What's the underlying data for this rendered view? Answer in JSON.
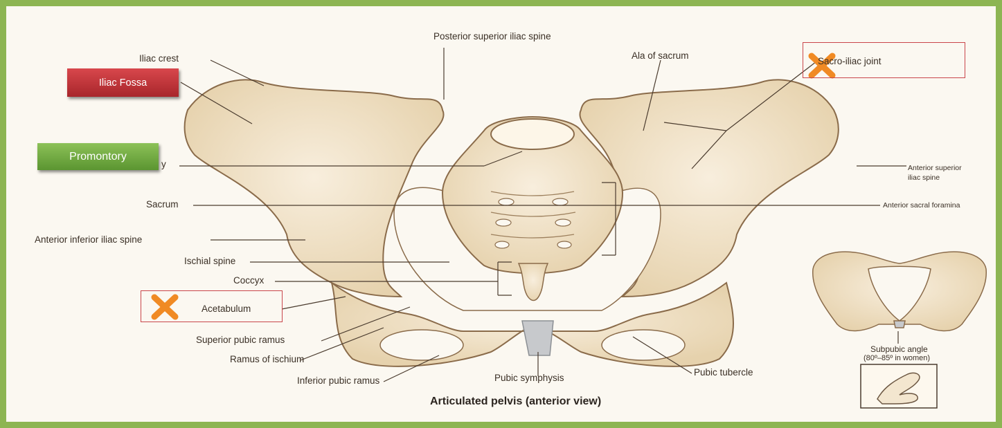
{
  "diagram": {
    "title": "Articulated pelvis (anterior view)",
    "labels": {
      "posterior_superior_iliac_spine": "Posterior superior iliac spine",
      "iliac_crest": "Iliac crest",
      "ala_of_sacrum": "Ala of sacrum",
      "sacro_iliac_joint": "Sacro-iliac joint",
      "promontory_fragment": "y",
      "anterior_superior_iliac_spine_line1": "Anterior superior",
      "anterior_superior_iliac_spine_line2": "iliac spine",
      "sacrum": "Sacrum",
      "anterior_sacral_foramina": "Anterior sacral foramina",
      "anterior_inferior_iliac_spine": "Anterior inferior iliac spine",
      "ischial_spine": "Ischial spine",
      "coccyx": "Coccyx",
      "acetabulum": "Acetabulum",
      "superior_pubic_ramus": "Superior pubic ramus",
      "ramus_of_ischium": "Ramus of ischium",
      "inferior_pubic_ramus": "Inferior pubic ramus",
      "pubic_symphysis": "Pubic symphysis",
      "pubic_tubercle": "Pubic tubercle",
      "subpubic_angle_line1": "Subpubic angle",
      "subpubic_angle_line2": "(80º–85º in women)"
    }
  },
  "overlays": {
    "iliac_fossa_tag": "Iliac Fossa",
    "promontory_tag": "Promontory"
  },
  "colors": {
    "frame_border": "#8db553",
    "red_tag": "#c0353a",
    "green_tag": "#75ab45",
    "highlight_box": "#c9454a",
    "cross_mark": "#f08a24",
    "bone_fill": "#f1e3c8",
    "bone_outline": "#8a6b4a",
    "leader_line": "#4a3b2e"
  },
  "icons": {
    "cross_mark": "x-mark-icon",
    "hand_gesture": "hand-angle-icon"
  }
}
